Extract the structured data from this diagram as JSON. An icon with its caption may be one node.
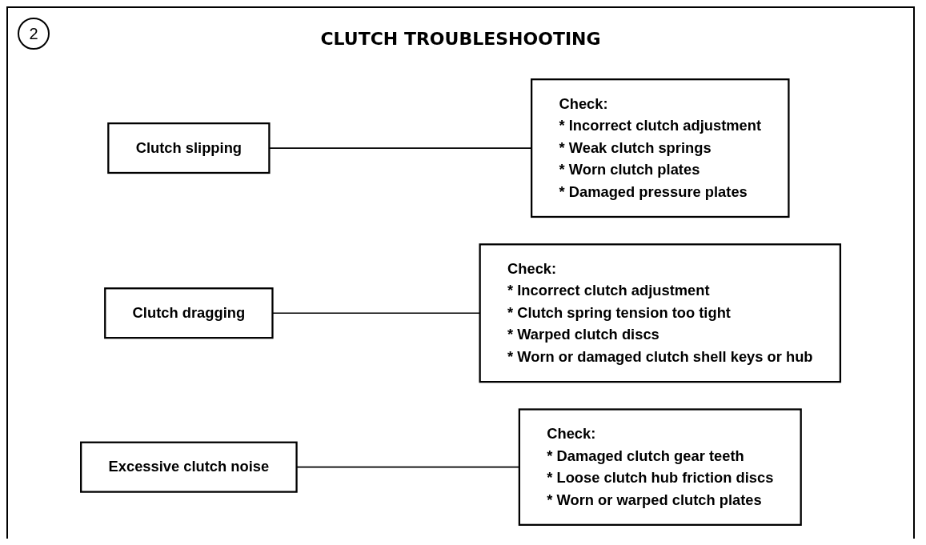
{
  "diagram": {
    "title": "CLUTCH TROUBLESHOOTING",
    "nodes": [
      {
        "text": [
          "Clutch slipping"
        ]
      },
      {
        "text": [
          "Check:",
          "* Incorrect clutch adjustment",
          "* Weak clutch springs",
          "* Worn clutch plates",
          "* Damaged pressure plates"
        ]
      },
      {
        "text": [
          "Clutch dragging"
        ]
      },
      {
        "text": [
          "Check:",
          "* Incorrect clutch adjustment",
          "* Clutch spring tension too tight",
          "* Warped clutch discs",
          "* Worn or damaged clutch shell keys or hub"
        ]
      },
      {
        "text": [
          "Excessive clutch noise"
        ]
      },
      {
        "text": [
          "Check:",
          "* Damaged clutch gear teeth",
          "* Loose clutch hub friction discs",
          "* Worn or warped clutch plates"
        ]
      }
    ],
    "edges": [
      {
        "from": 0,
        "to": 1,
        "arrow": "none"
      },
      {
        "from": 2,
        "to": 3,
        "arrow": "none"
      },
      {
        "from": 4,
        "to": 5,
        "arrow": "none"
      }
    ],
    "labels": [
      "2"
    ]
  }
}
